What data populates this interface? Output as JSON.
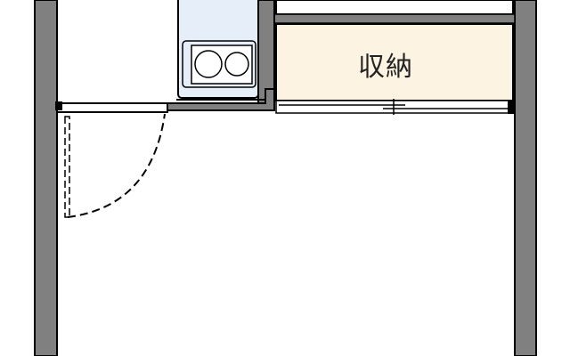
{
  "floorplan": {
    "rooms": [
      {
        "id": "storage",
        "label": "収納"
      }
    ],
    "colors": {
      "wall": "#808080",
      "outline": "#000000",
      "kitchen": "#e6eefa",
      "storage": "#fdf3e2",
      "floor": "#ffffff"
    },
    "fixtures": [
      "stove-two-burner",
      "swing-door",
      "sliding-door"
    ]
  }
}
